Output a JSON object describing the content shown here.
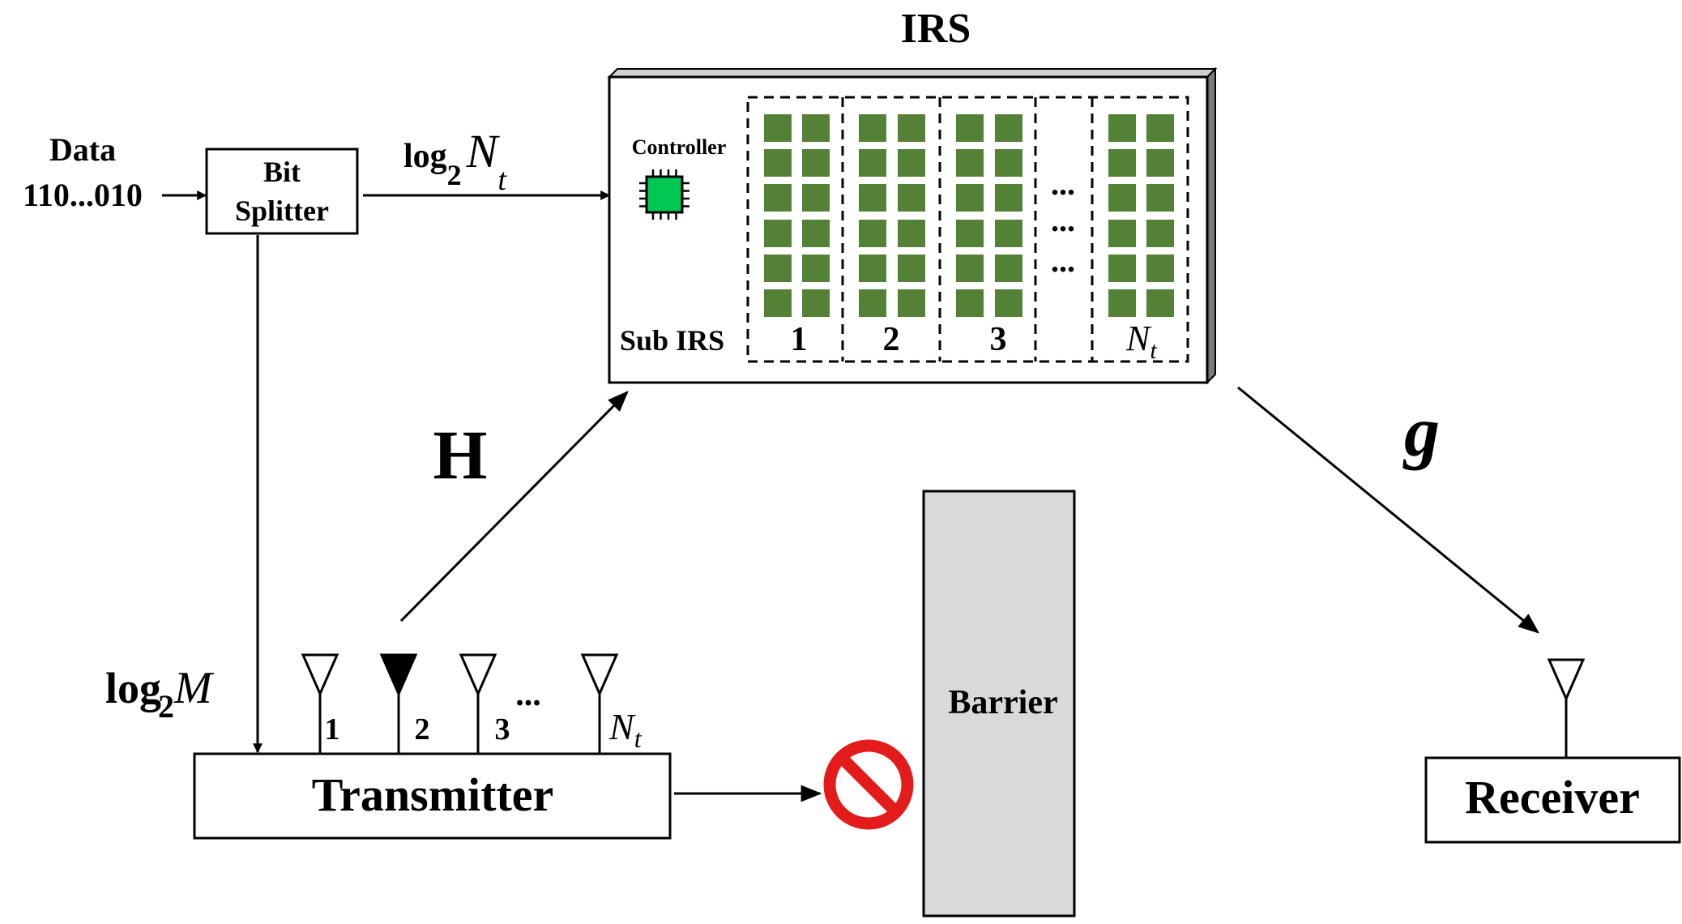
{
  "irs": {
    "title": "IRS",
    "controller_label": "Controller",
    "sub_irs_label": "Sub IRS",
    "groups": [
      {
        "label": "1"
      },
      {
        "label": "2"
      },
      {
        "label": "3"
      },
      {
        "label": "N",
        "sub": "t"
      }
    ],
    "ellipsis": "...",
    "cell_color": "#538135",
    "chip_color": "#00c853"
  },
  "data_input": {
    "label": "Data",
    "bits": "110...010"
  },
  "bit_splitter": {
    "line1": "Bit",
    "line2": "Splitter"
  },
  "branch_top": {
    "log": "log",
    "base": "2",
    "var": "N",
    "sub": "t"
  },
  "branch_left": {
    "log": "log",
    "base": "2",
    "var": "M"
  },
  "channels": {
    "h": "H",
    "g": "g"
  },
  "transmitter": {
    "label": "Transmitter",
    "antennas": [
      {
        "label": "1",
        "active": false
      },
      {
        "label": "2",
        "active": true
      },
      {
        "label": "3",
        "active": false
      },
      {
        "label": "N",
        "sub": "t",
        "active": false
      }
    ],
    "ellipsis": "..."
  },
  "barrier": {
    "label": "Barrier",
    "color": "#d9d9d9"
  },
  "block_symbol_color": "#e31b1b",
  "receiver": {
    "label": "Receiver"
  }
}
